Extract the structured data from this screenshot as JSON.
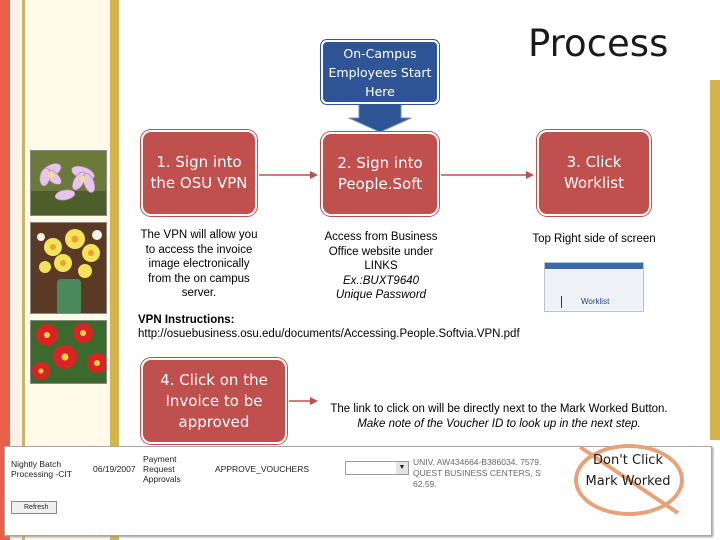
{
  "title": "Process",
  "start": {
    "label": "On-Campus Employees Start Here"
  },
  "steps": {
    "s1": {
      "label": "1. Sign into the OSU VPN"
    },
    "s2": {
      "label": "2. Sign into People.Soft"
    },
    "s3": {
      "label": "3. Click Worklist"
    },
    "s4": {
      "label": "4. Click on the Invoice to be approved"
    }
  },
  "descriptions": {
    "d1": "The VPN will allow you to access the invoice image electronically from the on campus server.",
    "d2_line1": "Access from Business Office website under LINKS",
    "d2_line2": "Ex.:BUXT9640",
    "d2_line3": "Unique Password",
    "d3": "Top Right side of screen"
  },
  "worklist_snippet": {
    "link": "Worklist"
  },
  "vpn": {
    "heading": "VPN Instructions:",
    "url": "http://osuebusiness.osu.edu/documents/Accessing.People.Softvia.VPN.pdf"
  },
  "note": {
    "line1": "The link to click on will be directly next to the Mark Worked Button.",
    "line2": "Make note of the Voucher ID to look up in the next step."
  },
  "screenshot": {
    "c1a": "Nightly Batch",
    "c1b": "Processing -CIT",
    "c2": "06/19/2007",
    "c3a": "Payment",
    "c3b": "Request",
    "c3c": "Approvals",
    "c4": "APPROVE_VOUCHERS",
    "vid_a": "UNIV. AW434664-B386034. 7579.",
    "vid_b": "QUEST BUSINESS CENTERS, S",
    "vid_c": "62.59.",
    "refresh": "Refresh"
  },
  "warning": {
    "label": "Don't Click Mark Worked"
  },
  "colors": {
    "step_box": "#c0504d",
    "start_box": "#2f5597",
    "accent_gold": "#d2b44a",
    "accent_red": "#e8604a"
  }
}
